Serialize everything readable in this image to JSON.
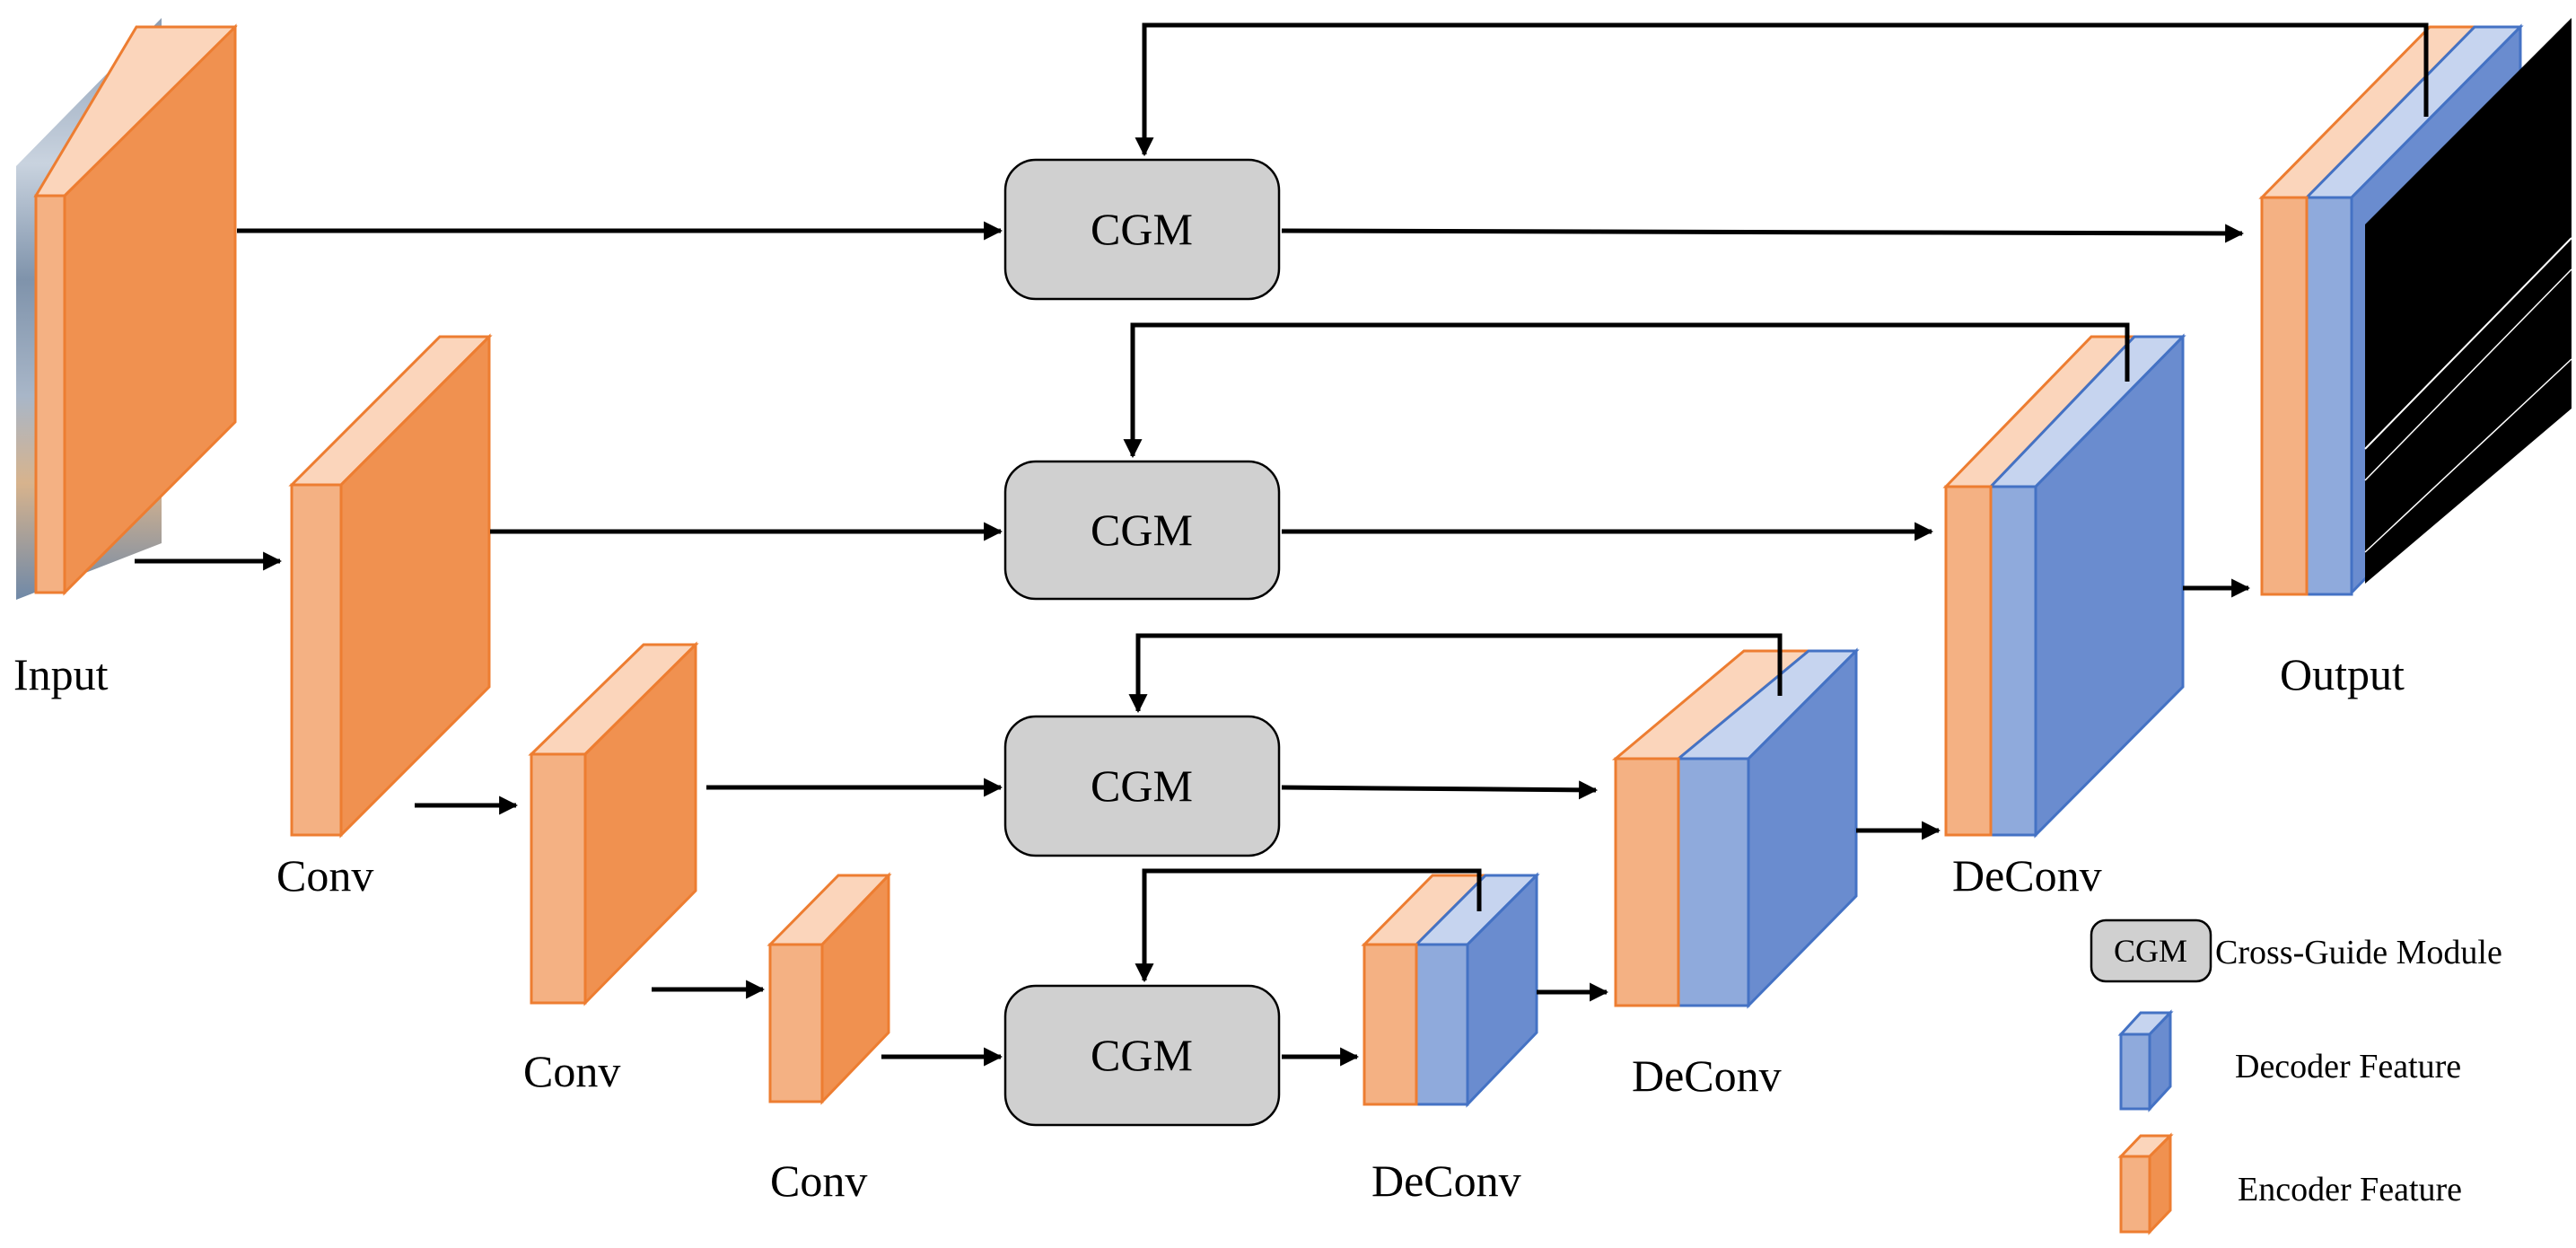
{
  "labels": {
    "input": "Input",
    "output": "Output",
    "conv": "Conv",
    "deconv": "DeConv"
  },
  "cgm_label": "CGM",
  "legend": {
    "cgm_abbr": "CGM",
    "cgm_text": "Cross-Guide Module",
    "decoder_text": "Decoder Feature",
    "encoder_text": "Encoder Feature"
  },
  "colors": {
    "encoder_front": "#f4b183",
    "encoder_side": "#f09150",
    "decoder_front": "#8faadc",
    "decoder_side": "#6a8ccf",
    "cgm_fill": "#d0d0d0",
    "output_image": "#000000"
  },
  "icons": {
    "input_image": "input-image-thumbnail",
    "output_image": "output-mask-image"
  }
}
